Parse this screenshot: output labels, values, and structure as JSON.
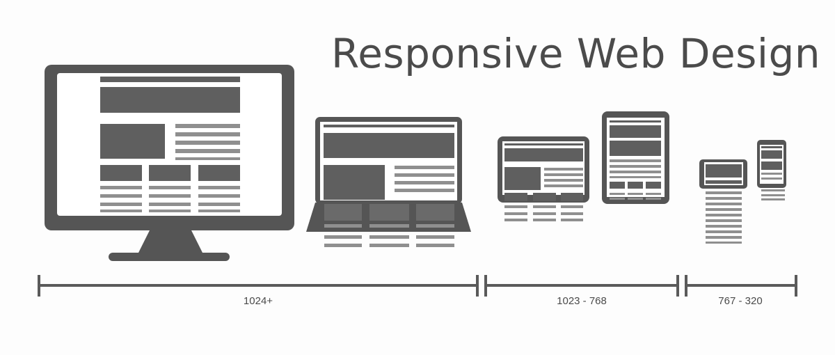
{
  "title": "Responsive Web Design",
  "colors": {
    "device": "#555555",
    "device_light": "#7a7a7a",
    "screen": "#ffffff",
    "content_block": "#5f5f5f",
    "content_line": "#8f8f8f",
    "ruler": "#5a5a5a",
    "background": "#fdfdfd"
  },
  "devices": [
    {
      "name": "desktop-monitor",
      "icon": "monitor-icon"
    },
    {
      "name": "laptop",
      "icon": "laptop-icon"
    },
    {
      "name": "tablet-landscape",
      "icon": "tablet-landscape-icon"
    },
    {
      "name": "tablet-portrait",
      "icon": "tablet-portrait-icon"
    },
    {
      "name": "phone-landscape",
      "icon": "phone-landscape-icon"
    },
    {
      "name": "phone-portrait",
      "icon": "phone-portrait-icon"
    }
  ],
  "ranges": [
    {
      "label": "1024+"
    },
    {
      "label": "1023 - 768"
    },
    {
      "label": "767 - 320"
    }
  ]
}
